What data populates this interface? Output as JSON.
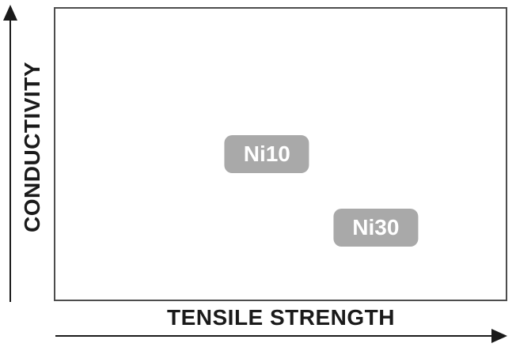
{
  "chart_data": {
    "type": "scatter",
    "title": "",
    "xlabel": "TENSILE STRENGTH",
    "ylabel": "CONDUCTIVITY",
    "x_axis": {
      "style": "arrow",
      "direction": "right",
      "ticks": [],
      "gridlines": false
    },
    "y_axis": {
      "style": "arrow",
      "direction": "up",
      "ticks": [],
      "gridlines": false
    },
    "legend": null,
    "points": [
      {
        "label": "Ni10",
        "x_frac": 0.47,
        "y_frac": 0.5
      },
      {
        "label": "Ni30",
        "x_frac": 0.71,
        "y_frac": 0.25
      }
    ],
    "notes": "Qualitative positioning chart: Ni10 sits at higher conductivity and lower tensile strength; Ni30 sits at higher tensile strength and lower conductivity. No numeric scales shown."
  },
  "colors": {
    "background": "#ffffff",
    "frame_border": "#4d4d4d",
    "axis": "#1a1a1a",
    "point_fill": "#a9a9a9",
    "point_text": "#ffffff"
  }
}
